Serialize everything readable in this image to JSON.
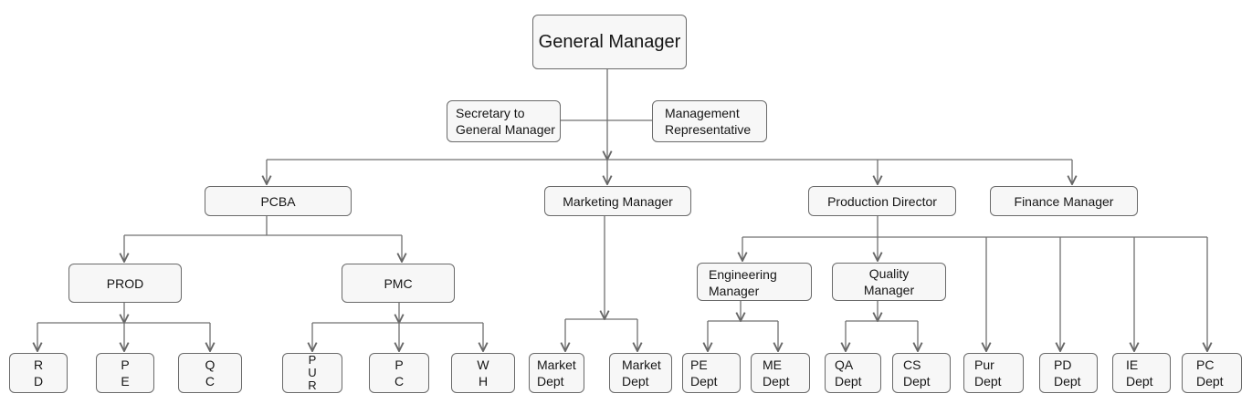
{
  "diagram": {
    "general_manager": "General Manager",
    "secretary": "Secretary to\nGeneral Manager",
    "mgmt_rep": "Management\nRepresentative",
    "pcba": "PCBA",
    "marketing_manager": "Marketing Manager",
    "production_director": "Production Director",
    "finance_manager": "Finance Manager",
    "prod": "PROD",
    "pmc": "PMC",
    "engineering_manager": "Engineering\nManager",
    "quality_manager": "Quality\nManager",
    "rd": "R\nD",
    "pe": "P\nE",
    "qc": "Q\nC",
    "pur": "P\nU\nR",
    "pc": "P\nC",
    "wh": "W\nH",
    "market_dept_1": "Market\nDept",
    "market_dept_2": "Market\nDept",
    "pe_dept": "PE\nDept",
    "me_dept": "ME\nDept",
    "qa_dept": "QA\nDept",
    "cs_dept": "CS\nDept",
    "pur_dept": "Pur\nDept",
    "pd_dept": "PD\nDept",
    "ie_dept": "IE\nDept",
    "pc_dept": "PC\nDept"
  }
}
